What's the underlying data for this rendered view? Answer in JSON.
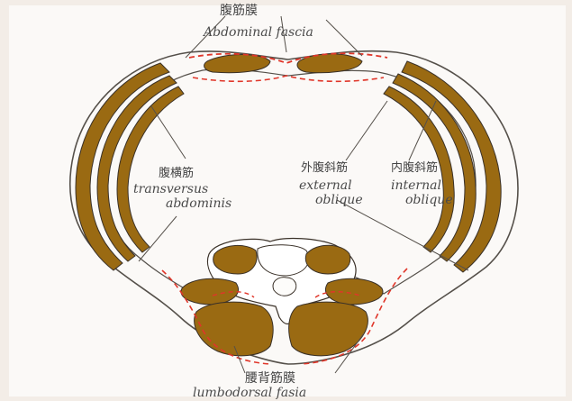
{
  "diagram": {
    "labels": {
      "abdominal_fascia_cn": "腹筋膜",
      "abdominal_fascia": "Abdominal fascia",
      "transversus_cn": "腹横筋",
      "transversus_line1": "transversus",
      "transversus_line2": "abdominis",
      "external_cn": "外腹斜筋",
      "external_line1": "external",
      "external_line2": "oblique",
      "internal_cn": "内腹斜筋",
      "internal_line1": "internal",
      "internal_line2": "oblique",
      "lumbodorsal_cn": "腰背筋膜",
      "lumbodorsal": "lumbodorsal fasia"
    },
    "colors": {
      "background": "#f3ede7",
      "page": "#fbf9f7",
      "muscle": "#9a6a12",
      "muscle_edge": "#3a3128",
      "outline": "#55504a",
      "fascia_dashed": "#e0362a"
    }
  }
}
